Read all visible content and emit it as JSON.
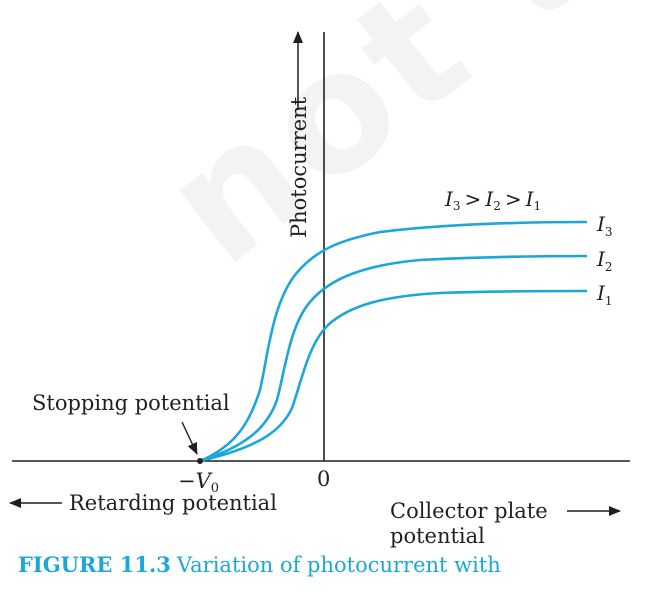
{
  "watermark": "not to be",
  "diagram": {
    "y_axis_label": "Photocurrent",
    "origin_label": "0",
    "v0_label_minus": "−",
    "v0_label_v": "V",
    "v0_label_sub": "0",
    "stopping_label": "Stopping potential",
    "retarding_label": "Retarding potential",
    "collector_line1": "Collector plate",
    "collector_line2": "potential",
    "intensity_relation": {
      "I": "I",
      "s3": "3",
      "s2": "2",
      "s1": "1",
      "gt": ">"
    },
    "curve_labels": [
      {
        "letter": "I",
        "sub": "3"
      },
      {
        "letter": "I",
        "sub": "2"
      },
      {
        "letter": "I",
        "sub": "1"
      }
    ],
    "colors": {
      "curve": "#1ba7d9",
      "axis": "#231f20",
      "caption": "#1ba7d9"
    }
  },
  "caption": {
    "number": "FIGURE 11.3",
    "text": "Variation of  photocurrent with"
  }
}
